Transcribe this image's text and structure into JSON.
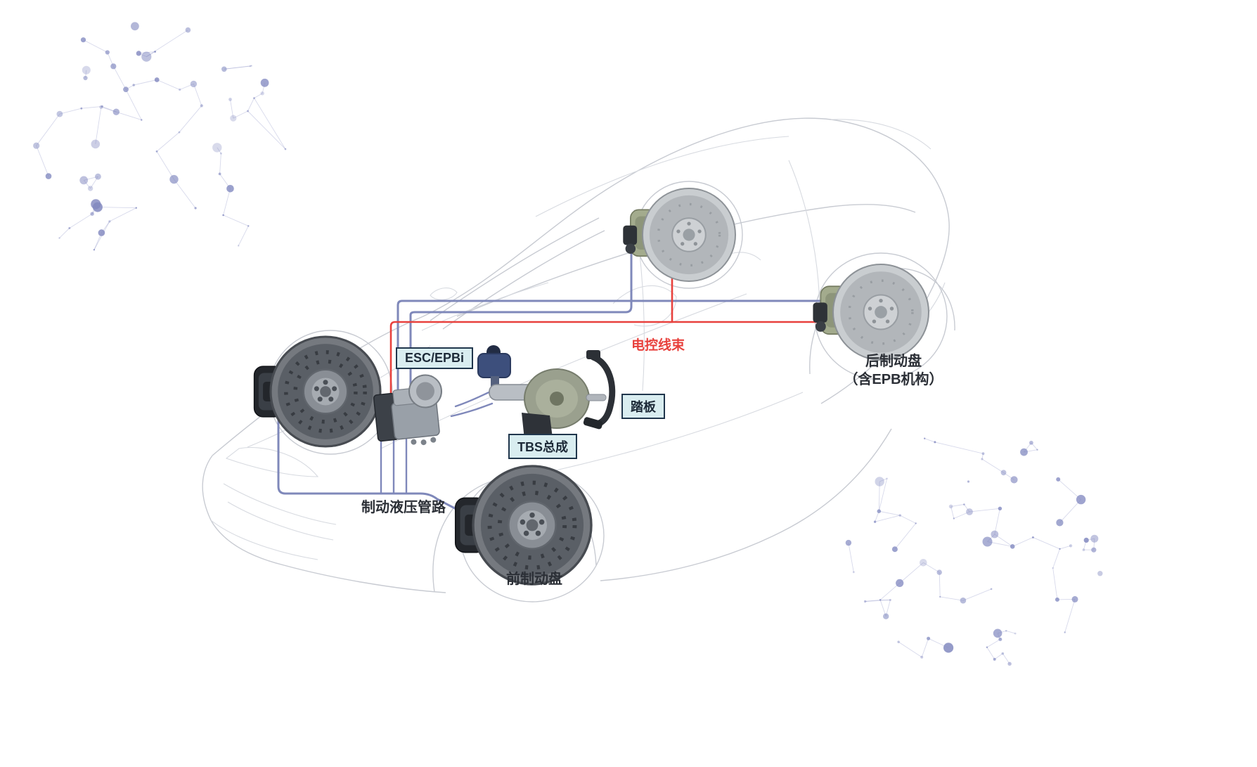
{
  "labels": {
    "esc_unit": "ESC/EPBi",
    "electric_harness": "电控线束",
    "pedal": "踏板",
    "tbs_assembly": "TBS总成",
    "hydraulic_lines": "制动液压管路",
    "front_brake_disc": "前制动盘",
    "rear_brake_disc_line1": "后制动盘",
    "rear_brake_disc_line2": "（含EPB机构）"
  },
  "colors": {
    "hydraulic_line": "#7f88ba",
    "electric_line": "#e8413d",
    "label_box_bg": "#d9edf0",
    "label_box_border": "#20364c",
    "label_text": "#1d2a38",
    "plain_label_text": "#2b2f36",
    "deco_dot": "#8289c0"
  }
}
